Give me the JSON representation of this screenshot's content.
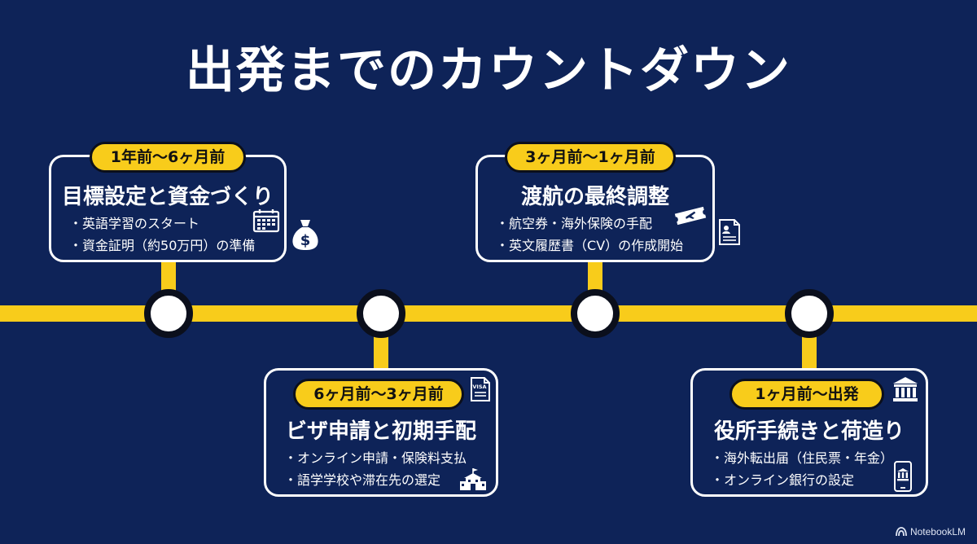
{
  "title": "出発までのカウントダウン",
  "milestones": [
    {
      "period": "1年前〜6ヶ月前",
      "heading": "目標設定と資金づくり",
      "items": [
        "英語学習のスタート",
        "資金証明（約50万円）の準備"
      ],
      "icons": [
        "calendar-icon",
        "money-bag-icon"
      ]
    },
    {
      "period": "6ヶ月前〜3ヶ月前",
      "heading": "ビザ申請と初期手配",
      "items": [
        "オンライン申請・保険料支払",
        "語学学校や滞在先の選定"
      ],
      "icons": [
        "visa-document-icon",
        "school-building-icon"
      ],
      "visa_text": "VISA"
    },
    {
      "period": "3ヶ月前〜1ヶ月前",
      "heading": "渡航の最終調整",
      "items": [
        "航空券・海外保険の手配",
        "英文履歴書（CV）の作成開始"
      ],
      "icons": [
        "plane-ticket-icon",
        "resume-document-icon"
      ]
    },
    {
      "period": "1ヶ月前〜出発",
      "heading": "役所手続きと荷造り",
      "items": [
        "海外転出届（住民票・年金）",
        "オンライン銀行の設定"
      ],
      "icons": [
        "city-hall-icon",
        "mobile-bank-icon"
      ]
    }
  ],
  "brand": "NotebookLM",
  "colors": {
    "background": "#0e2358",
    "accent": "#f8cc1b",
    "text": "#ffffff"
  }
}
